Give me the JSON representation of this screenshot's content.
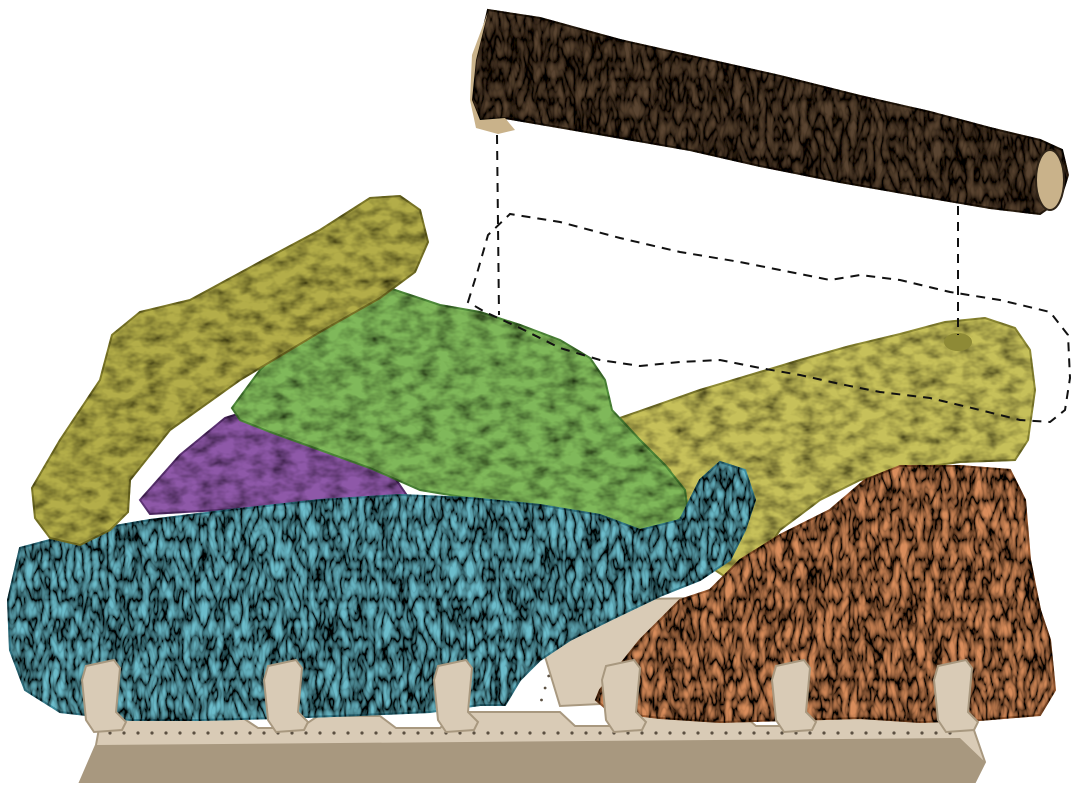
{
  "image": {
    "subject": "gas-log-set-assembly",
    "background_color": "#ffffff",
    "colors": {
      "top_log_bark": "#5a4433",
      "top_log_highlight": "#8a7458",
      "top_log_shadow": "#2f2418",
      "top_log_cut_end": "#c9b28a",
      "back_left_log": "#b3ad4a",
      "back_left_log_shadow": "#7f7a2c",
      "center_log": "#7fb85a",
      "center_log_shadow": "#4f8a3a",
      "purple_log": "#8e58a8",
      "purple_log_shadow": "#5e3576",
      "front_log": "#6cbccb",
      "front_log_shadow": "#3f8ea0",
      "right_back_log": "#c6c05a",
      "right_back_log_shadow": "#8e8a36",
      "right_front_log": "#d98d5c",
      "right_front_log_shadow": "#a15f35",
      "grate": "#d9cbb6",
      "grate_shadow": "#a8987f",
      "grate_holes": "#5b5042",
      "dashed_guides": "#111111"
    },
    "parts": [
      {
        "name": "top-log",
        "state": "lifted-out"
      },
      {
        "name": "back-left-log",
        "state": "in-place"
      },
      {
        "name": "center-log",
        "state": "in-place"
      },
      {
        "name": "purple-log",
        "state": "in-place"
      },
      {
        "name": "front-log",
        "state": "in-place"
      },
      {
        "name": "right-back-log",
        "state": "in-place"
      },
      {
        "name": "right-front-log",
        "state": "in-place"
      },
      {
        "name": "log-grate",
        "state": "in-place"
      }
    ],
    "grate_holders_count": 6
  }
}
